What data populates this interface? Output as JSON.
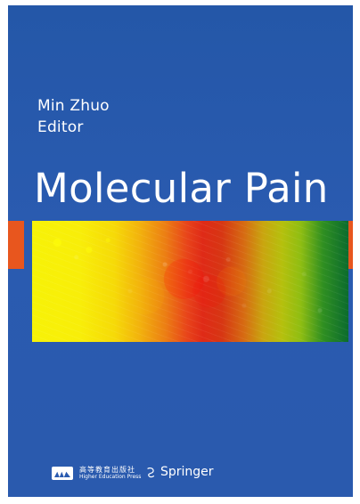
{
  "cover": {
    "author": "Min Zhuo",
    "role": "Editor",
    "title": "Molecular Pain"
  },
  "footer": {
    "publisher_name": "高等教育出版社",
    "publisher_english": "Higher Education Press",
    "springer_label": "Springer"
  },
  "colors": {
    "cover_blue": "#2a5bb0",
    "accent_orange": "#e8561e",
    "micrograph_yellow": "#f7f207",
    "micrograph_red": "#df2a17",
    "micrograph_green": "#0b6b2e"
  },
  "icons": {
    "publisher_logo": "publisher-logo-icon",
    "springer_logo": "springer-logo-icon"
  }
}
